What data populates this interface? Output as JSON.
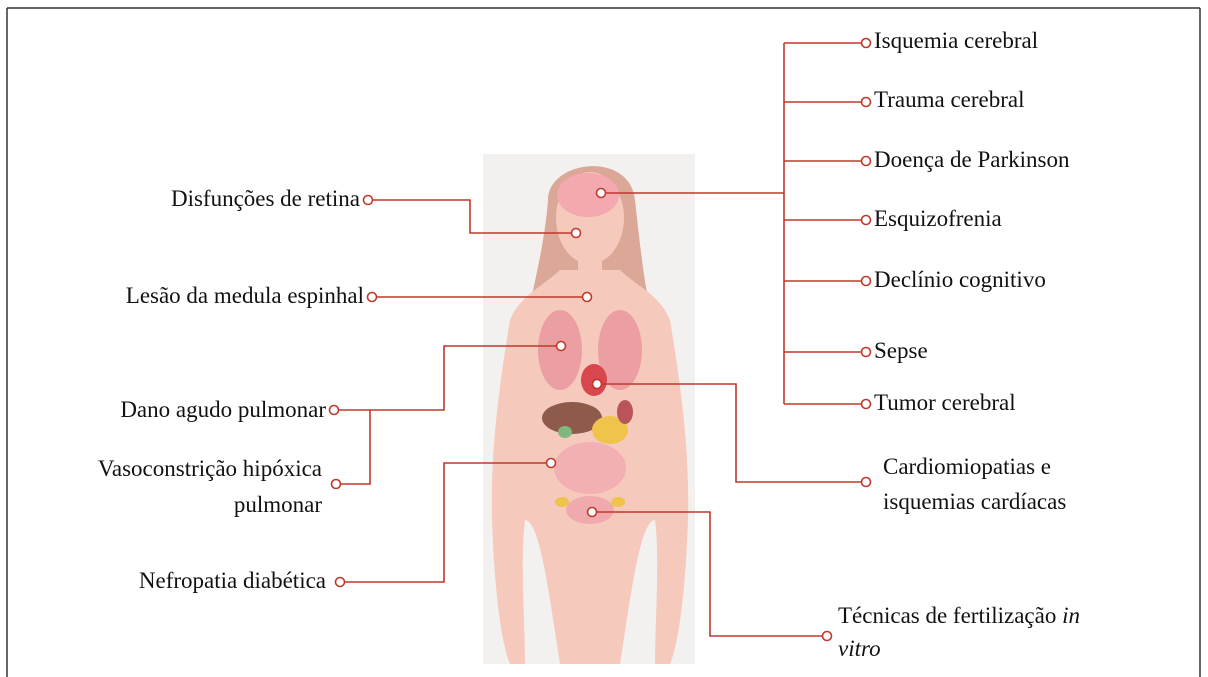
{
  "labels": {
    "retina": "Disfunções de retina",
    "spinal": "Lesão da medula espinhal",
    "lung_injury": "Dano agudo pulmonar",
    "hypoxic_line1": "Vasoconstrição hipóxica",
    "hypoxic_line2": "pulmonar",
    "nephropathy": "Nefropatia diabética",
    "brain_ischemia": "Isquemia cerebral",
    "brain_trauma": "Trauma cerebral",
    "parkinson": "Doença de Parkinson",
    "schizophrenia": "Esquizofrenia",
    "cognitive": "Declínio cognitivo",
    "sepsis": "Sepse",
    "brain_tumor": "Tumor cerebral",
    "cardio_line1": "Cardiomiopatias e",
    "cardio_line2": "isquemias cardíacas",
    "ivf_line1": "Técnicas de fertilização",
    "ivf_italic": "in",
    "ivf_line2": "vitro"
  },
  "colors": {
    "connector": "#c0392b",
    "body_skin": "#f6c9bd",
    "hair": "#dba898",
    "backdrop": "#f3f1ef"
  }
}
